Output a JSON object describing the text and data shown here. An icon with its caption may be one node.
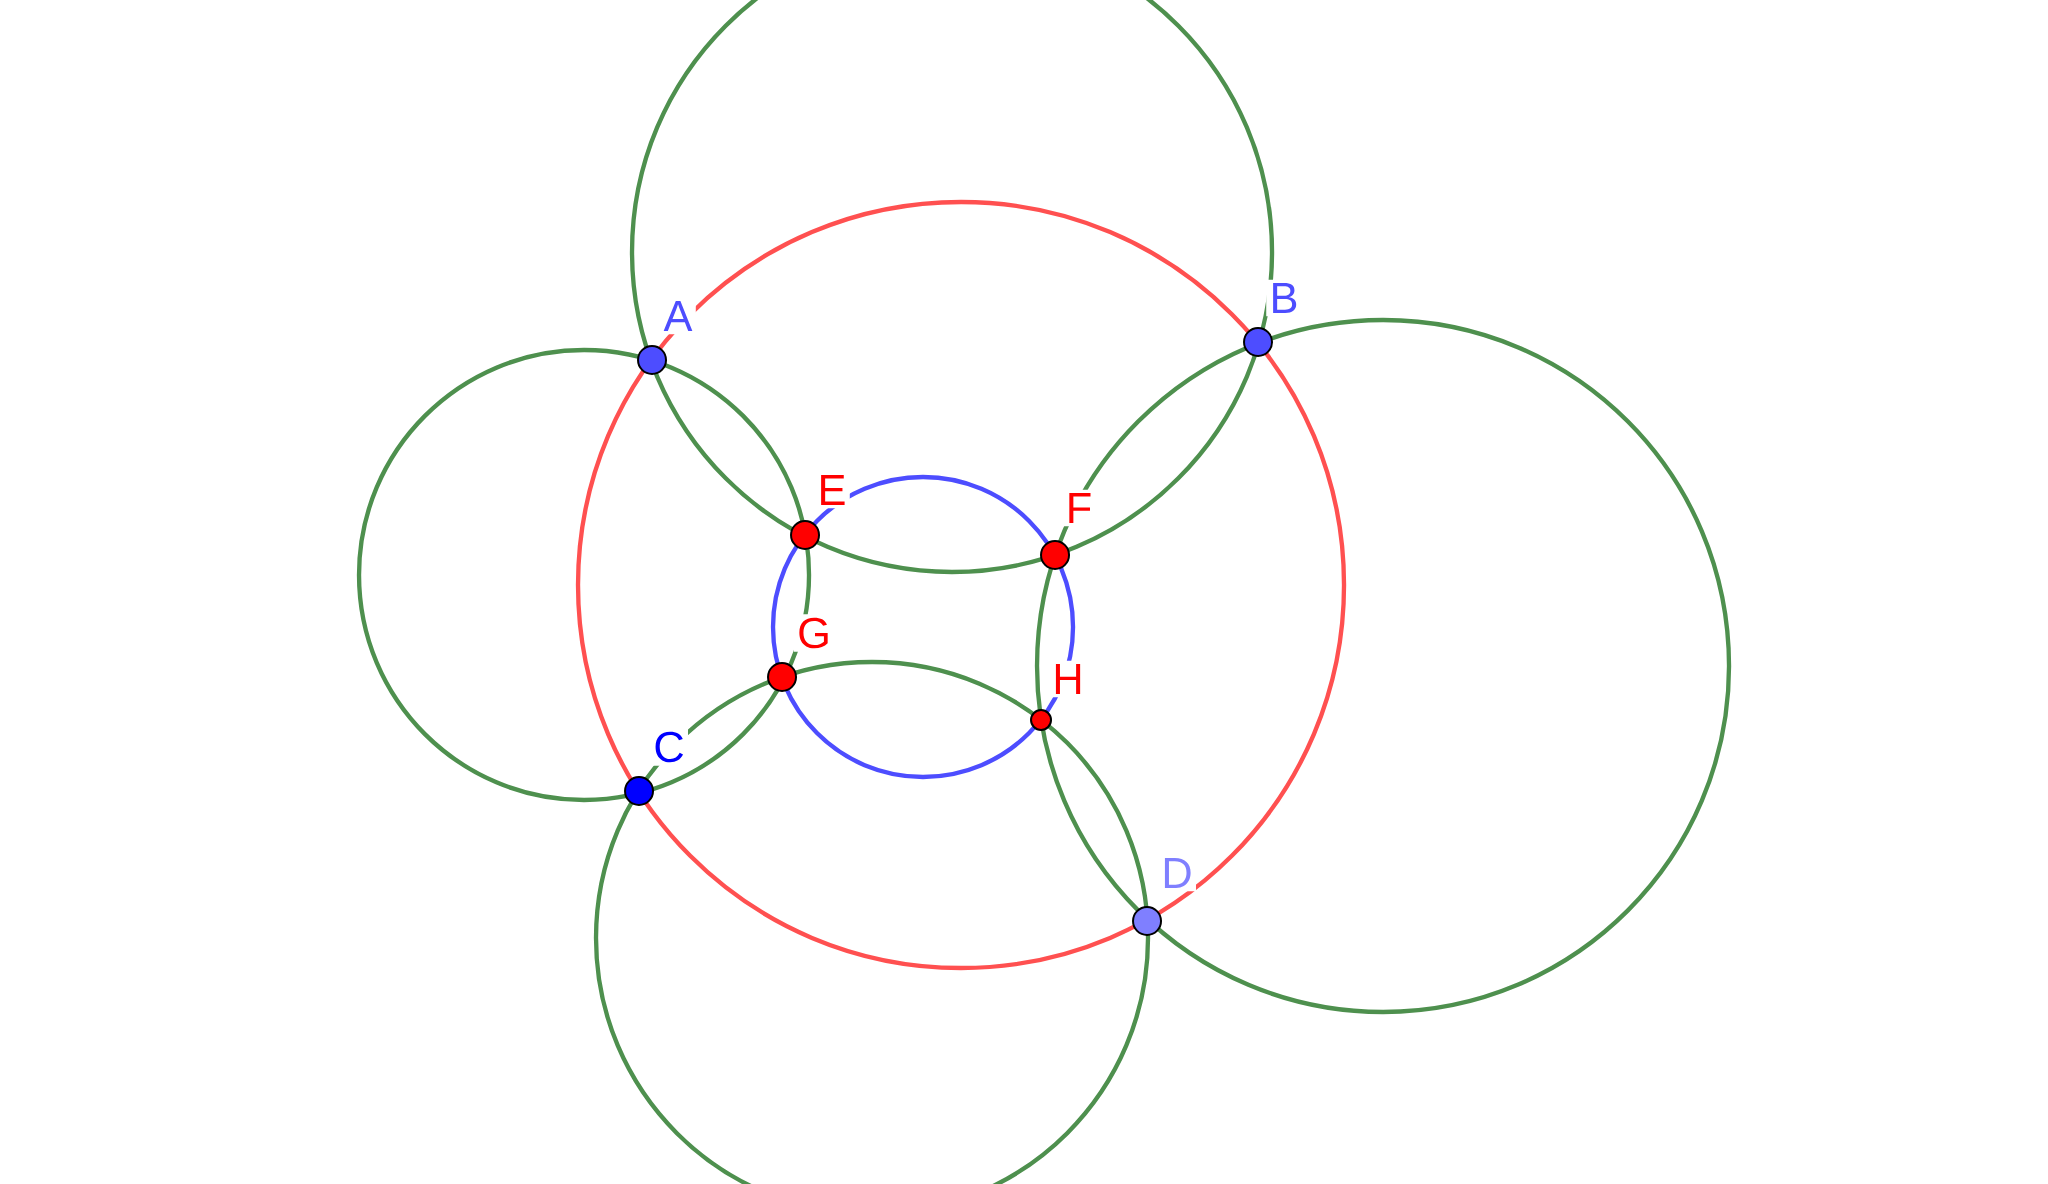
{
  "diagram": {
    "labels": [
      "A",
      "B",
      "E",
      "F",
      "G",
      "H",
      "C",
      "D"
    ]
  }
}
